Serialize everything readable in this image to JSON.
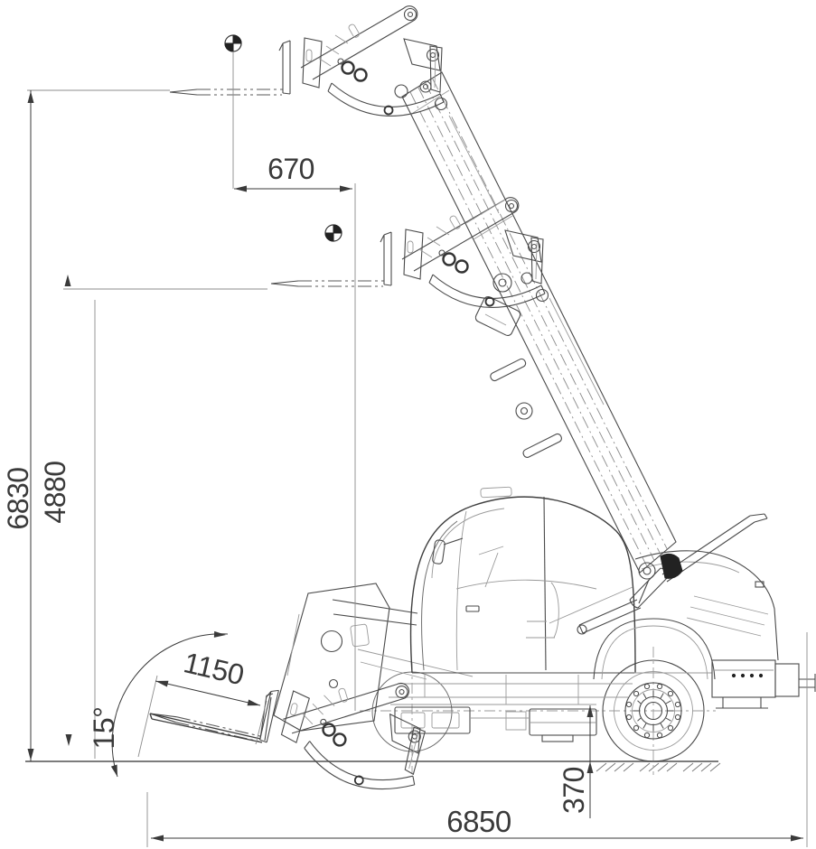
{
  "page": {
    "background": "#ffffff"
  },
  "drawing": {
    "subject": "telehandler side view dimension drawing with raised telescopic boom and three fork positions",
    "line_color": "#4a4a4a",
    "dim_color": "#3a3a3a",
    "light_color": "#9a9a9a",
    "dimensions": {
      "max_lift_height": "6830",
      "mid_lift_height": "4880",
      "load_centre_distance": "670",
      "fork_length": "1150",
      "fork_tilt_angle": "15°",
      "ground_clearance": "370",
      "overall_length": "6850"
    },
    "symbols": {
      "load_center_marker": "center-of-gravity-icon",
      "ground_marker": "ground-hatch"
    }
  }
}
